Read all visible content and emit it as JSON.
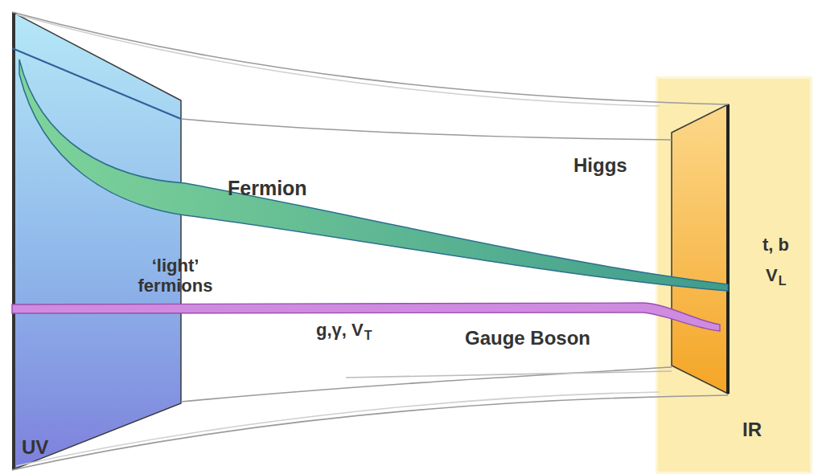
{
  "diagram": {
    "nodes": [
      {
        "text": [
          "UV"
        ]
      },
      {
        "text": [
          "IR"
        ]
      }
    ],
    "labels": [
      "Fermion",
      "Higgs",
      "‘light’ fermions",
      "g,γ, V",
      "T",
      "Gauge Boson",
      "t, b",
      "V",
      "L"
    ]
  }
}
